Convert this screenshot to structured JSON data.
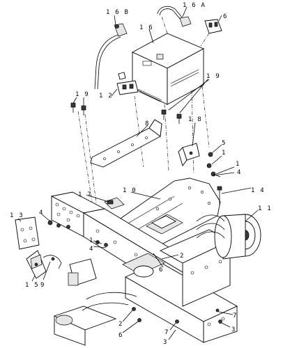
{
  "callouts": {
    "c16b": "1 6 B",
    "c16a": "1 6 A",
    "c6_top": "6",
    "c16": "1 6",
    "c19_right": "1 9",
    "c12": "1 2",
    "c19_left": "1 9",
    "c8": "8",
    "c18": "1 8",
    "c5": "5",
    "c1_r1": "1",
    "c1_r2": "1",
    "c4_r": "4",
    "c17": "1 7",
    "c10": "1 0",
    "c14": "1 4",
    "c11": "1 1",
    "c13": "1 3",
    "c4_l": "4",
    "c1_l": "1",
    "c4_l2": "4",
    "c2_mid": "2",
    "c6_mid": "6",
    "c15": "1 5",
    "c9": "9",
    "c2_bot": "2",
    "c6_bot": "6",
    "c7_bot": "7",
    "c3_bot": "3",
    "c7_right": "7",
    "c3_right": "3"
  }
}
